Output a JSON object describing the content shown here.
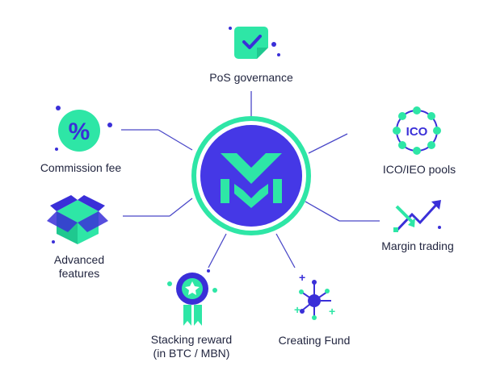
{
  "colors": {
    "accent_green": "#2ee6a6",
    "accent_purple": "#4c3ff0",
    "accent_blue": "#3a2fd8",
    "line": "#4a48c8",
    "text": "#222640"
  },
  "center": {
    "icon": "mbn-logo-icon"
  },
  "nodes": [
    {
      "id": "pos",
      "icon": "checkmark-note-icon",
      "label": "PoS governance"
    },
    {
      "id": "ico",
      "icon": "ico-ring-icon",
      "label": "ICO/IEO pools"
    },
    {
      "id": "margin",
      "icon": "trend-arrows-icon",
      "label": "Margin trading"
    },
    {
      "id": "fund",
      "icon": "network-hub-icon",
      "label": "Creating Fund"
    },
    {
      "id": "stacking",
      "icon": "award-medal-icon",
      "label_lines": [
        "Stacking reward",
        "(in BTC / MBN)"
      ]
    },
    {
      "id": "advanced",
      "icon": "open-box-icon",
      "label_lines": [
        "Advanced",
        "features"
      ]
    },
    {
      "id": "commission",
      "icon": "percent-badge-icon",
      "label": "Commission fee"
    }
  ]
}
